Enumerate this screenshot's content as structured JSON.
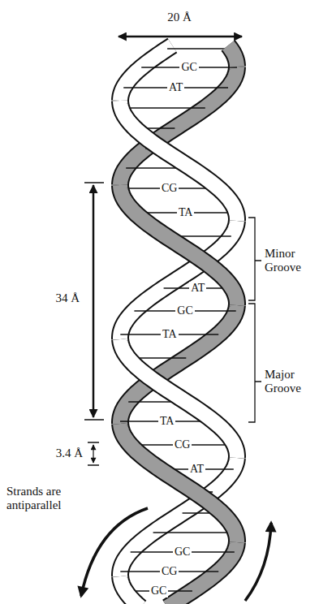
{
  "diagram": {
    "labels": [
      "20 Å",
      "GC",
      "AT",
      "CG",
      "TA",
      "34 Å",
      "Minor Groove",
      "AT",
      "GC",
      "TA",
      "Major Groove",
      "TA",
      "3.4 Å",
      "CG",
      "AT",
      "Strands are antiparallel",
      "GC",
      "CG",
      "GC"
    ]
  }
}
